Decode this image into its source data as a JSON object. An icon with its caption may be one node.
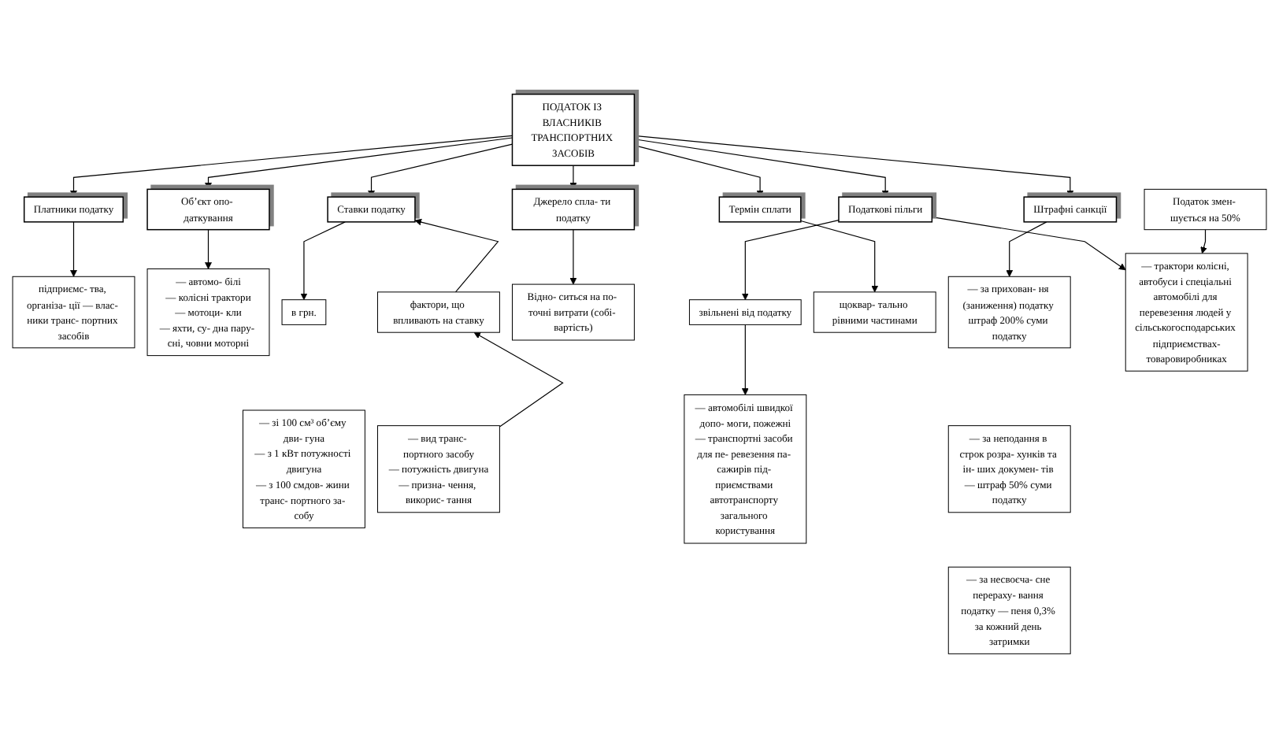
{
  "diagram": {
    "nodes": [
      {
        "text": [
          "ПОДАТОК ІЗ ВЛАСНИКІВ ТРАНСПОРТНИХ ЗАСОБІВ"
        ]
      },
      {
        "text": [
          "Платники податку"
        ]
      },
      {
        "text": [
          "Об’єкт опо- даткування"
        ]
      },
      {
        "text": [
          "Ставки податку"
        ]
      },
      {
        "text": [
          "Джерело спла- ти податку"
        ]
      },
      {
        "text": [
          "Податкові пільги"
        ]
      },
      {
        "text": [
          "Термін сплати"
        ]
      },
      {
        "text": [
          "Штрафні санкції"
        ]
      },
      {
        "text": [
          "підприємс- тва, організа- ції — влас- ники транс- портних засобів"
        ]
      },
      {
        "text": [
          "— автомо- білі",
          "— колісні трактори",
          "— мотоци- кли",
          "— яхти, су- дна пару- сні, човни моторні"
        ]
      },
      {
        "text": [
          "в грн."
        ]
      },
      {
        "text": [
          "— зі 100 см³ об’єму дви- гуна",
          "— з 1 кВт потужності двигуна",
          "— з 100 смдов- жини транс- портного за- собу"
        ]
      },
      {
        "text": [
          "фактори, що впливають на ставку"
        ]
      },
      {
        "text": [
          "— вид транс- портного засобу",
          "— потужність двигуна",
          "— призна- чення, викорис- тання"
        ]
      },
      {
        "text": [
          "Відно- ситься на по- точні витрати (собі- вартість)"
        ]
      },
      {
        "text": [
          "звільнені від податку"
        ]
      },
      {
        "text": [
          "— автомобілі швидкої допо- моги, пожежні",
          "— транспортні засоби для пе- ревезення па- сажирів під- приємствами автотранспорту загального користування"
        ]
      },
      {
        "text": [
          "щоквар- тально рівними частинами"
        ]
      },
      {
        "text": [
          "— за прихован- ня (заниження) податку штраф 200% суми податку"
        ]
      },
      {
        "text": [
          "— за неподання в строк розра- хунків та ін- ших докумен- тів — штраф 50% суми податку"
        ]
      },
      {
        "text": [
          "— за несвоєча- сне перераху- вання податку — пеня 0,3% за кожний день затримки"
        ]
      },
      {
        "text": [
          "— трактори колісні, автобуси і спеціальні автомобілі для перевезення людей у сільськогосподарських підприємствах-товаровиробниках"
        ]
      },
      {
        "text": [
          "Податок змен- шується на 50%"
        ]
      }
    ],
    "edges": [
      {
        "from": 0,
        "to": 1,
        "arrow": "to"
      },
      {
        "from": 0,
        "to": 2,
        "arrow": "to"
      },
      {
        "from": 0,
        "to": 3,
        "arrow": "to"
      },
      {
        "from": 0,
        "to": 4,
        "arrow": "to"
      },
      {
        "from": 0,
        "to": 5,
        "arrow": "to"
      },
      {
        "from": 0,
        "to": 6,
        "arrow": "to"
      },
      {
        "from": 0,
        "to": 7,
        "arrow": "to"
      },
      {
        "from": 1,
        "to": 8,
        "arrow": "to"
      },
      {
        "from": 2,
        "to": 9,
        "arrow": "to"
      },
      {
        "from": 3,
        "to": 10,
        "arrow": "to"
      },
      {
        "from": 12,
        "to": 3,
        "arrow": "to"
      },
      {
        "from": 13,
        "to": 12,
        "arrow": "to"
      },
      {
        "from": 4,
        "to": 14,
        "arrow": "to"
      },
      {
        "from": 5,
        "to": 15,
        "arrow": "to"
      },
      {
        "from": 15,
        "to": 16,
        "arrow": "to"
      },
      {
        "from": 5,
        "to": 21,
        "arrow": "to"
      },
      {
        "from": 6,
        "to": 17,
        "arrow": "to"
      },
      {
        "from": 7,
        "to": 18,
        "arrow": "to"
      },
      {
        "from": 22,
        "to": 21,
        "arrow": "to"
      }
    ]
  }
}
